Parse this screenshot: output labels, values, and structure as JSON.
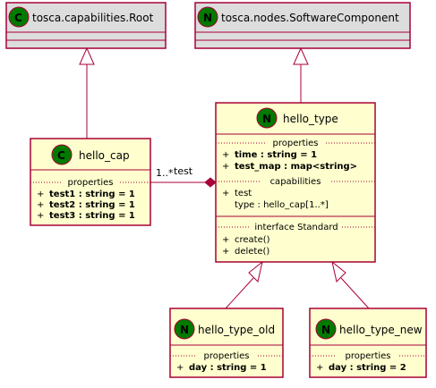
{
  "nodes": {
    "root_cap": {
      "letter": "C",
      "title": "tosca.capabilities.Root"
    },
    "sw_component": {
      "letter": "N",
      "title": "tosca.nodes.SoftwareComponent"
    },
    "hello_cap": {
      "letter": "C",
      "title": "hello_cap",
      "section": "properties",
      "members": [
        {
          "bullet": "+",
          "text": "test1 : string = 1"
        },
        {
          "bullet": "+",
          "text": "test2 : string = 1"
        },
        {
          "bullet": "+",
          "text": "test3 : string = 1"
        }
      ]
    },
    "hello_type": {
      "letter": "N",
      "title": "hello_type",
      "properties_label": "properties",
      "properties": [
        {
          "bullet": "+",
          "text": "time : string = 1"
        },
        {
          "bullet": "+",
          "text": "test_map : map<string>"
        }
      ],
      "capabilities_label": "capabilities",
      "capabilities": [
        {
          "bullet": "+",
          "text": "test"
        },
        {
          "bullet": "",
          "text": "type : hello_cap[1..*]"
        }
      ],
      "interface_label": "interface Standard",
      "operations": [
        {
          "bullet": "+",
          "text": "create()"
        },
        {
          "bullet": "+",
          "text": "delete()"
        }
      ]
    },
    "hello_type_old": {
      "letter": "N",
      "title": "hello_type_old",
      "section": "properties",
      "members": [
        {
          "bullet": "+",
          "text": "day : string = 1"
        }
      ]
    },
    "hello_type_new": {
      "letter": "N",
      "title": "hello_type_new",
      "section": "properties",
      "members": [
        {
          "bullet": "+",
          "text": "day : string = 2"
        }
      ]
    }
  },
  "edges": {
    "composition": {
      "multiplicity": "1..*",
      "role": "test"
    }
  },
  "colors": {
    "border": "#A80036",
    "box_fill": "#FEFECE",
    "stub_fill": "#DDDDDD",
    "spot_fill": "#007A00"
  }
}
